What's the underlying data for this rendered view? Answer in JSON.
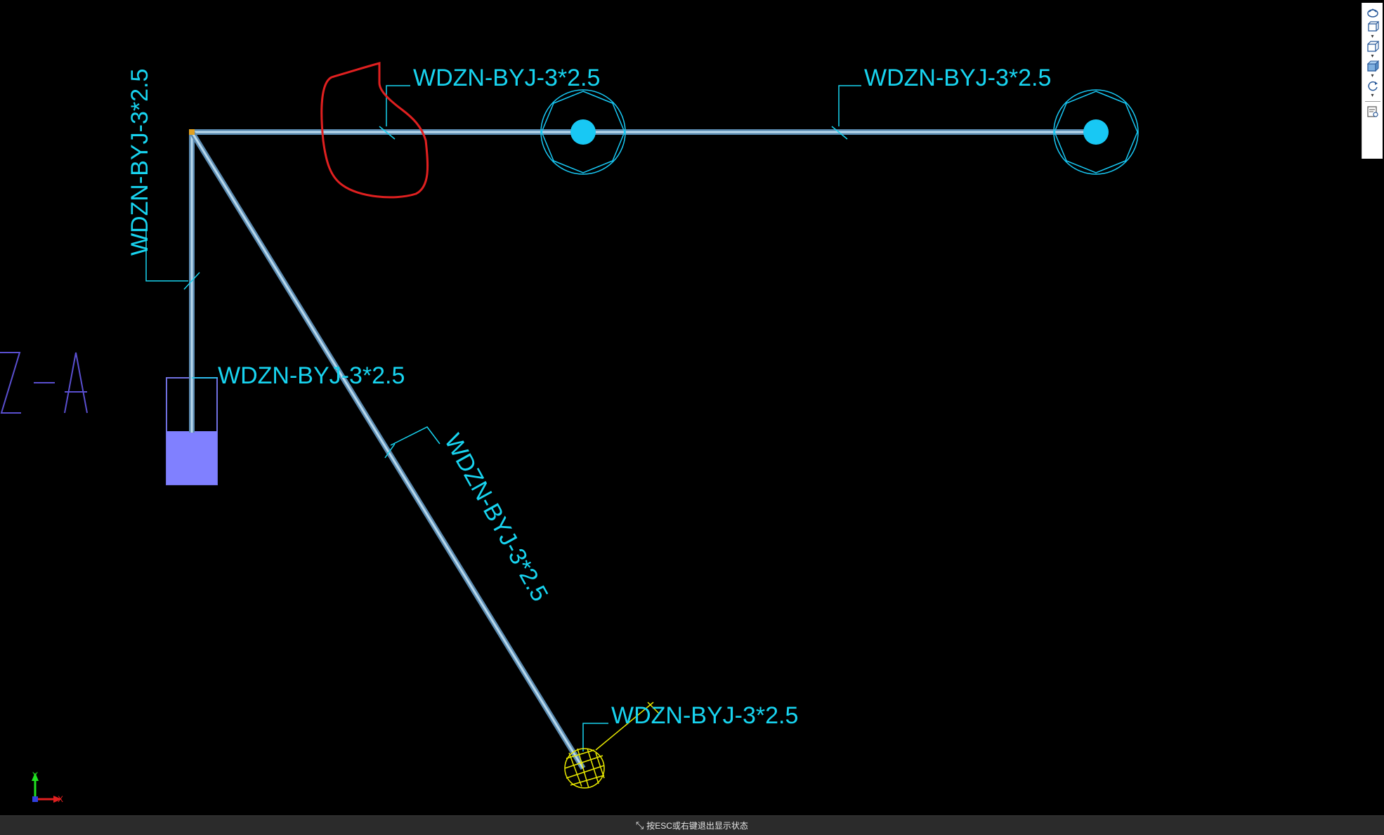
{
  "drawing": {
    "labels": {
      "vertical_top_left": "WDZN-BYJ-3*2.5",
      "top_left": "WDZN-BYJ-3*2.5",
      "top_right": "WDZN-BYJ-3*2.5",
      "panel": "WDZN-BYJ-3*2.5",
      "diagonal": "WDZN-BYJ-3*2.5",
      "bottom": "WDZN-BYJ-3*2.5"
    },
    "partial_text": "Z-A",
    "colors": {
      "background": "#000000",
      "wire": "#A8C8E0",
      "label": "#18D4F0",
      "lamp": "#18C8F4",
      "panel_fill": "#8080FF",
      "markup": "#E02020",
      "fixture": "#E8E800",
      "axis_x": "#E02020",
      "axis_y": "#20E020"
    }
  },
  "axis": {
    "x_label": "X",
    "y_label": "Y"
  },
  "toolbar": {
    "icons": [
      "view-cube-icon",
      "3d-view-icon",
      "wireframe-box-icon",
      "shaded-box-icon",
      "orbit-icon",
      "properties-icon"
    ]
  },
  "status_bar": {
    "text": "按ESC或右键退出显示状态",
    "icon": "exit-fullscreen-icon"
  }
}
